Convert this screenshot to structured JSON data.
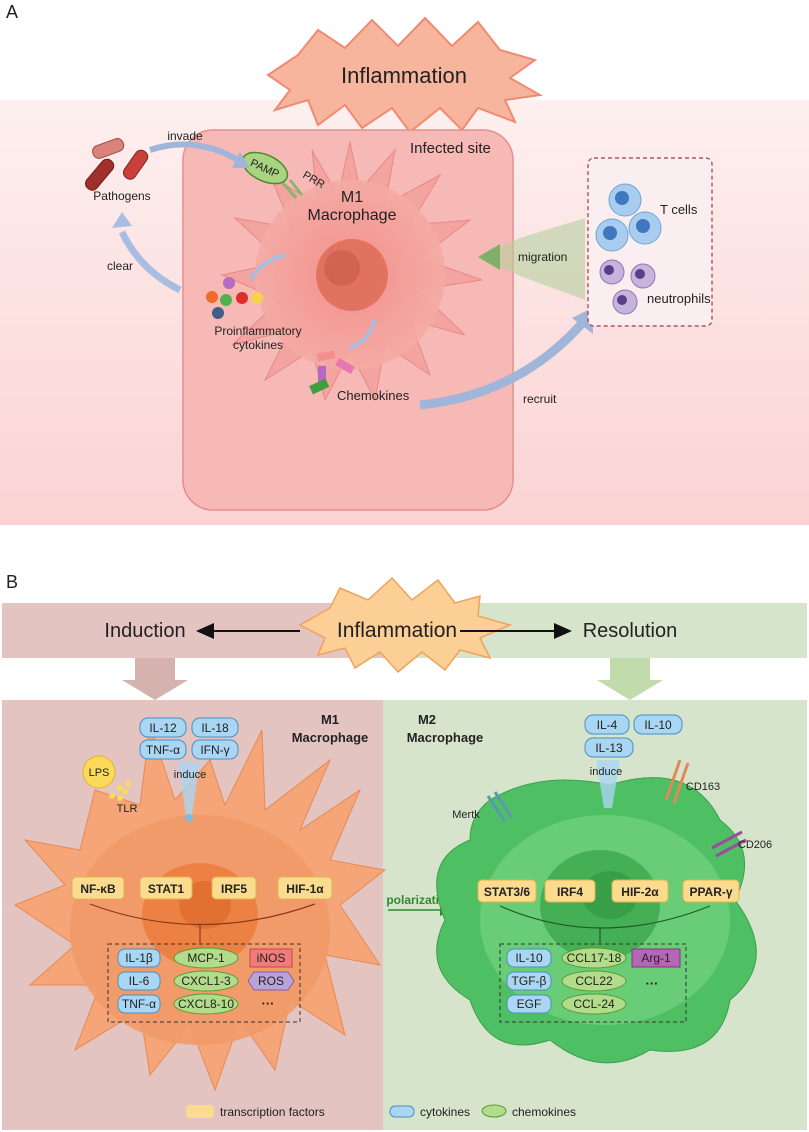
{
  "panel_a": {
    "label": "A",
    "banner": "Inflammation",
    "site_label": "Infected site",
    "macrophage_line1": "M1",
    "macrophage_line2": "Macrophage",
    "pamp": "PAMP",
    "prr": "PRR",
    "pathogens": "Pathogens",
    "invade": "invade",
    "clear": "clear",
    "cytokines_line1": "Proinflammatory",
    "cytokines_line2": "cytokines",
    "chemokines": "Chemokines",
    "migration": "migration",
    "recruit": "recruit",
    "t_cells": "T cells",
    "neutrophils": "neutrophils"
  },
  "panel_b": {
    "label": "B",
    "banner": "Inflammation",
    "left_phase": "Induction",
    "right_phase": "Resolution",
    "polarization": "polarization",
    "m1": {
      "title_line1": "M1",
      "title_line2": "Macrophage",
      "inducers": [
        "IL-12",
        "IL-18",
        "TNF-α",
        "IFN-γ"
      ],
      "induce": "induce",
      "lps": "LPS",
      "tlr": "TLR",
      "tfs": [
        "NF-κB",
        "STAT1",
        "IRF5",
        "HIF-1α"
      ],
      "products": {
        "cytokines": [
          "IL-1β",
          "IL-6",
          "TNF-α"
        ],
        "chemokines": [
          "MCP-1",
          "CXCL1-3",
          "CXCL8-10"
        ],
        "enzymes": [
          "iNOS",
          "ROS"
        ],
        "more": "···"
      }
    },
    "m2": {
      "title_line1": "M2",
      "title_line2": "Macrophage",
      "inducers": [
        "IL-4",
        "IL-10",
        "IL-13"
      ],
      "induce": "induce",
      "receptors": [
        "Mertk",
        "CD163",
        "CD206"
      ],
      "tfs": [
        "STAT3/6",
        "IRF4",
        "HIF-2α",
        "PPAR-γ"
      ],
      "products": {
        "cytokines": [
          "IL-10",
          "TGF-β",
          "EGF"
        ],
        "chemokines": [
          "CCL17-18",
          "CCL22",
          "CCL-24"
        ],
        "enzymes": [
          "Arg-1"
        ],
        "more": "···"
      }
    },
    "legend": {
      "tf": "transcription factors",
      "cytokines": "cytokines",
      "chemokines": "chemokines"
    }
  },
  "colors": {
    "tf_fill": "#fbdc8e",
    "cytokine_fill": "#a9d6f2",
    "chemokine_fill": "#b2dc8a",
    "enzyme_m1": "#ef7b7b",
    "enzyme_ros": "#b9a3d9",
    "enzyme_m2": "#b566b4",
    "m1_panel": "#e3c4c1",
    "m2_panel": "#d7e4cc"
  }
}
